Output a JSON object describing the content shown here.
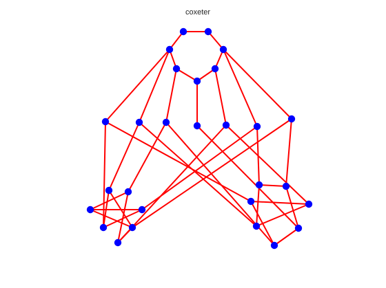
{
  "title": "coxeter",
  "colors": {
    "node": "#0000ff",
    "edge": "#ff0000",
    "background": "#ffffff",
    "text": "#262626"
  },
  "graph": {
    "node_count": 28,
    "edge_count": 42
  }
}
